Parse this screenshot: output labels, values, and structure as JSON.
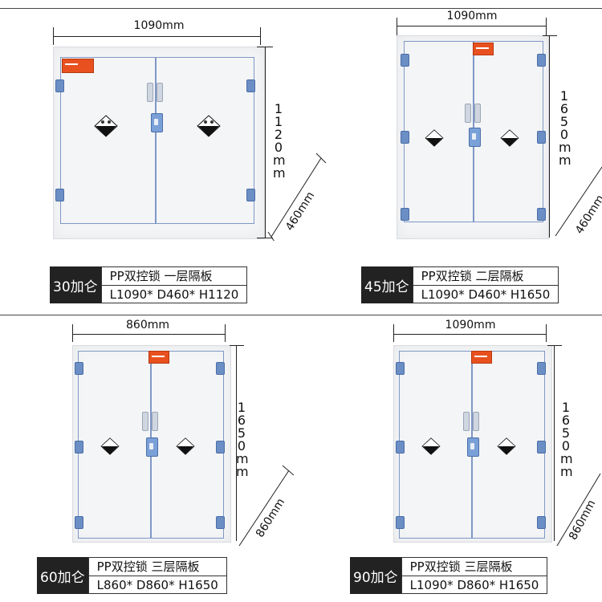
{
  "products": [
    {
      "width_label": "1090mm",
      "height_chars": [
        "1",
        "1",
        "2",
        "0",
        "m",
        "m"
      ],
      "depth_label": "460mm",
      "tag": "30加仑",
      "line1": "PP双控锁 一层隔板",
      "line2": "L1090* D460* H1120"
    },
    {
      "width_label": "1090mm",
      "height_chars": [
        "1",
        "6",
        "5",
        "0",
        "m",
        "m"
      ],
      "depth_label": "460mm",
      "tag": "45加仑",
      "line1": "PP双控锁 二层隔板",
      "line2": "L1090* D460* H1650"
    },
    {
      "width_label": "860mm",
      "height_chars": [
        "1",
        "6",
        "5",
        "0",
        "m",
        "m"
      ],
      "depth_label": "860mm",
      "tag": "60加仑",
      "line1": "PP双控锁 三层隔板",
      "line2": "L860* D860* H1650"
    },
    {
      "width_label": "1090mm",
      "height_chars": [
        "1",
        "6",
        "5",
        "0",
        "m",
        "m"
      ],
      "depth_label": "860mm",
      "tag": "90加仑",
      "line1": "PP双控锁 三层隔板",
      "line2": "L1090* D860* H1650"
    }
  ],
  "colors": {
    "door_border": "#7f98c6",
    "hinge": "#6b8ec5",
    "warning_label": "#e8511f",
    "tag_bg": "#222222"
  }
}
